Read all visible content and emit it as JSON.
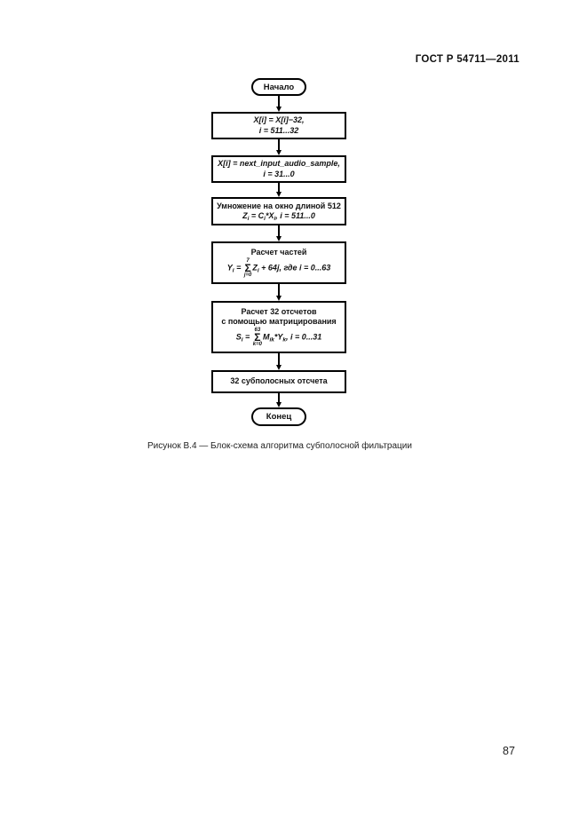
{
  "page": {
    "header": "ГОСТ Р 54711—2011",
    "caption": "Рисунок В.4 — Блок-схема алгоритма субполосной фильтрации",
    "page_number": "87"
  },
  "flowchart": {
    "start_label": "Начало",
    "end_label": "Конец",
    "box1": {
      "line1": "X[i] = X[i]−32,",
      "line2": "i = 511...32"
    },
    "box2": {
      "line1": "X[i] = next_input_audio_sample,",
      "line2": "i = 31...0"
    },
    "box3": {
      "title": "Умножение на окно длиной 512",
      "f_z": "Z",
      "f_zsub": "i",
      "f_eq": " = C",
      "f_csub": "i",
      "f_mul": "*X",
      "f_xsub": "i",
      "f_tail": ",   i = 511...0"
    },
    "box4": {
      "title": "Расчет частей",
      "f_y": "Y",
      "f_ysub": "i",
      "f_eq": " = ",
      "sum_top": "7",
      "sum_sym": "Σ",
      "sum_bot": "j=0",
      "f_z": "Z",
      "f_zsub": "i",
      "f_tail": " + 64j, где i = 0...63"
    },
    "box5": {
      "title1": "Расчет 32 отсчетов",
      "title2": "с помощью матрицирования",
      "f_s": "S",
      "f_ssub": "i",
      "f_eq": " = ",
      "sum_top": "63",
      "sum_sym": "Σ",
      "sum_bot": "k=0",
      "f_m": "M",
      "f_msub": "ik",
      "f_mul": "*Y",
      "f_ysub": "k",
      "f_tail": ", i = 0...31"
    },
    "box6": {
      "line1": "32 субполосных отсчета"
    }
  }
}
